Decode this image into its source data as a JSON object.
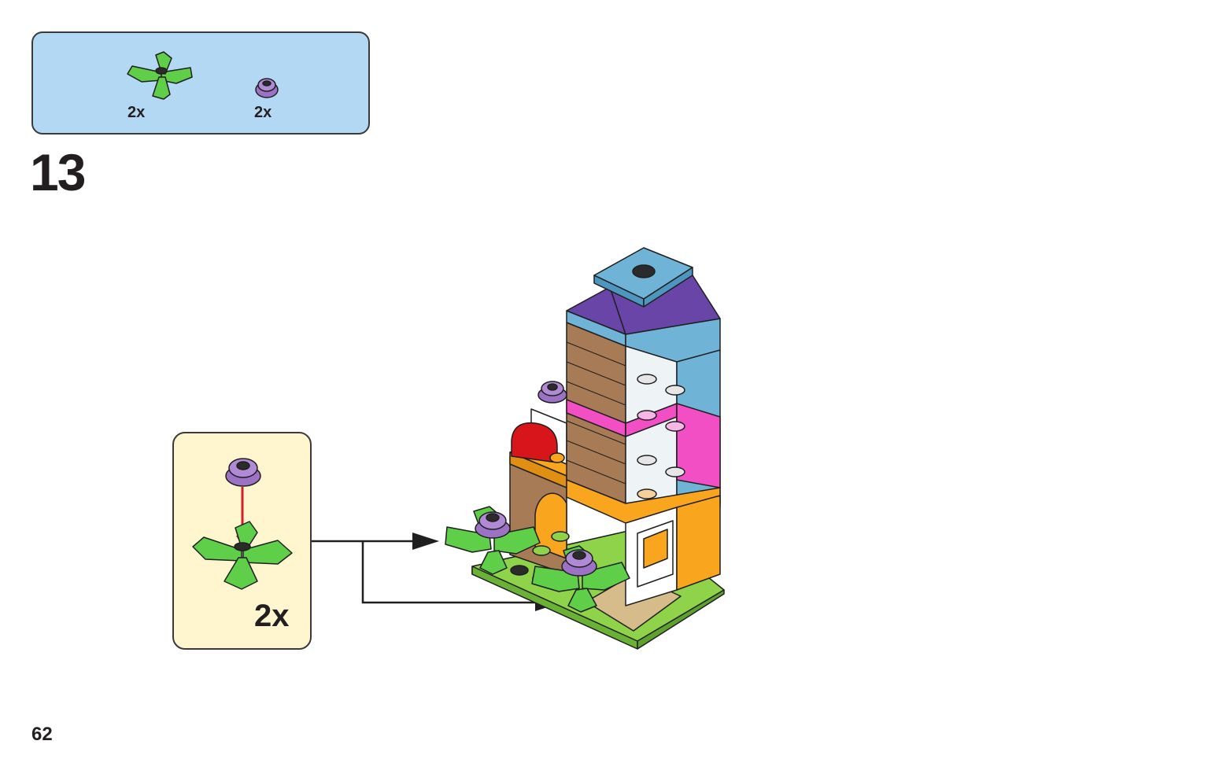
{
  "parts_list": {
    "items": [
      {
        "part": "green-four-leaf-plant",
        "quantity": "2x"
      },
      {
        "part": "purple-round-flower-plate",
        "quantity": "2x"
      }
    ]
  },
  "step": {
    "number": "13"
  },
  "submodel": {
    "quantity": "2x"
  },
  "page": {
    "number": "62"
  },
  "colors": {
    "parts_box_bg": "#b3d8f3",
    "submodel_bg": "#fff5cf",
    "plant_green": "#5fcf4a",
    "flower_purple": "#9b72c4",
    "arrow_red": "#d21f2a",
    "roof_purple": "#6a45a8",
    "roof_tile_blue": "#6fb3d6",
    "accent_pink": "#f34fc5",
    "accent_orange": "#f9a51e",
    "wall_brown": "#a77b55",
    "base_lime": "#8fd34a",
    "mailbox_red": "#d8151b",
    "door_tan": "#d6bc8a"
  }
}
